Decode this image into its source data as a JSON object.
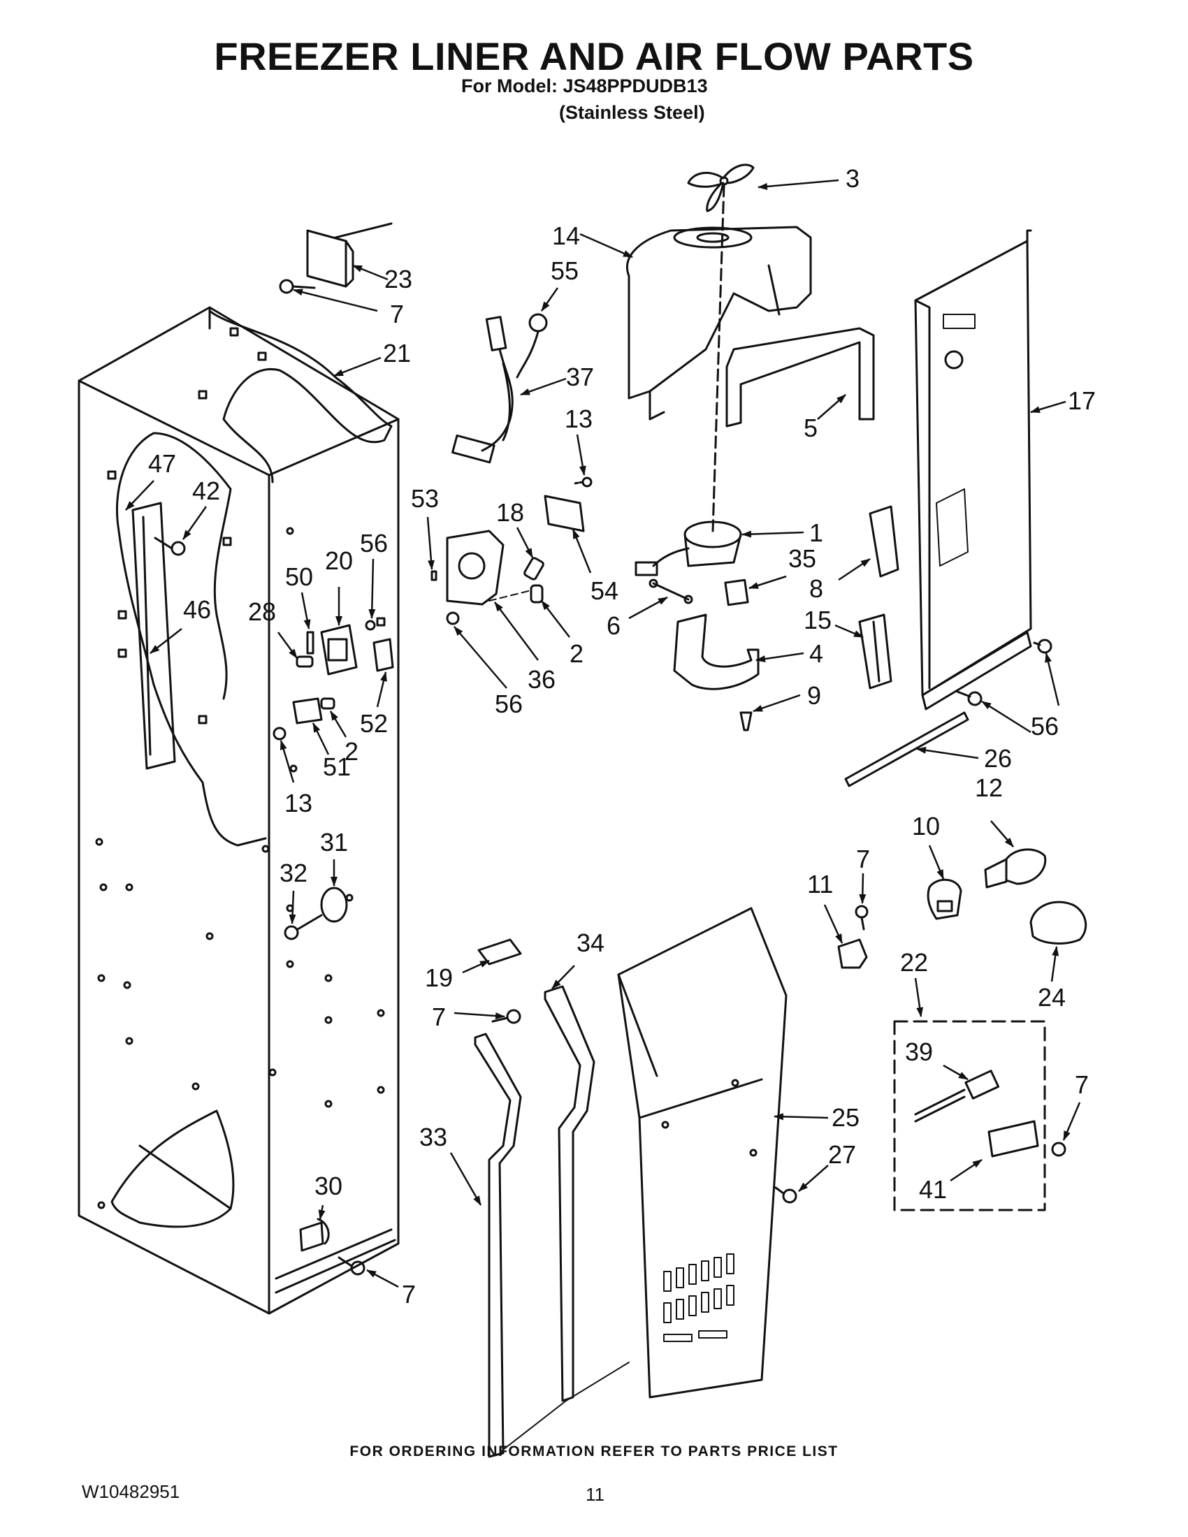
{
  "header": {
    "title": "FREEZER LINER AND AIR FLOW PARTS",
    "model_line": "For Model: JS48PPDUDB13",
    "finish_line": "(Stainless Steel)"
  },
  "callouts": [
    {
      "id": "c-3",
      "label": "3"
    },
    {
      "id": "c-14",
      "label": "14"
    },
    {
      "id": "c-55",
      "label": "55"
    },
    {
      "id": "c-23",
      "label": "23"
    },
    {
      "id": "c-7a",
      "label": "7"
    },
    {
      "id": "c-21",
      "label": "21"
    },
    {
      "id": "c-37",
      "label": "37"
    },
    {
      "id": "c-13a",
      "label": "13"
    },
    {
      "id": "c-5",
      "label": "5"
    },
    {
      "id": "c-17",
      "label": "17"
    },
    {
      "id": "c-47",
      "label": "47"
    },
    {
      "id": "c-42",
      "label": "42"
    },
    {
      "id": "c-53",
      "label": "53"
    },
    {
      "id": "c-18",
      "label": "18"
    },
    {
      "id": "c-1",
      "label": "1"
    },
    {
      "id": "c-56a",
      "label": "56"
    },
    {
      "id": "c-20",
      "label": "20"
    },
    {
      "id": "c-50",
      "label": "50"
    },
    {
      "id": "c-35",
      "label": "35"
    },
    {
      "id": "c-8",
      "label": "8"
    },
    {
      "id": "c-54",
      "label": "54"
    },
    {
      "id": "c-46",
      "label": "46"
    },
    {
      "id": "c-28",
      "label": "28"
    },
    {
      "id": "c-6",
      "label": "6"
    },
    {
      "id": "c-15",
      "label": "15"
    },
    {
      "id": "c-2a",
      "label": "2"
    },
    {
      "id": "c-36",
      "label": "36"
    },
    {
      "id": "c-4",
      "label": "4"
    },
    {
      "id": "c-56b",
      "label": "56"
    },
    {
      "id": "c-52",
      "label": "52"
    },
    {
      "id": "c-9",
      "label": "9"
    },
    {
      "id": "c-56c",
      "label": "56"
    },
    {
      "id": "c-2b",
      "label": "2"
    },
    {
      "id": "c-51",
      "label": "51"
    },
    {
      "id": "c-26",
      "label": "26"
    },
    {
      "id": "c-13b",
      "label": "13"
    },
    {
      "id": "c-12",
      "label": "12"
    },
    {
      "id": "c-10",
      "label": "10"
    },
    {
      "id": "c-31",
      "label": "31"
    },
    {
      "id": "c-11",
      "label": "11"
    },
    {
      "id": "c-7b",
      "label": "7"
    },
    {
      "id": "c-32",
      "label": "32"
    },
    {
      "id": "c-34",
      "label": "34"
    },
    {
      "id": "c-22",
      "label": "22"
    },
    {
      "id": "c-24",
      "label": "24"
    },
    {
      "id": "c-19",
      "label": "19"
    },
    {
      "id": "c-7c",
      "label": "7"
    },
    {
      "id": "c-39",
      "label": "39"
    },
    {
      "id": "c-7d",
      "label": "7"
    },
    {
      "id": "c-25",
      "label": "25"
    },
    {
      "id": "c-33",
      "label": "33"
    },
    {
      "id": "c-27",
      "label": "27"
    },
    {
      "id": "c-41",
      "label": "41"
    },
    {
      "id": "c-30",
      "label": "30"
    },
    {
      "id": "c-7e",
      "label": "7"
    }
  ],
  "footer": {
    "note": "FOR ORDERING INFORMATION REFER TO PARTS PRICE LIST",
    "doc_number": "W10482951",
    "page_number": "11"
  }
}
